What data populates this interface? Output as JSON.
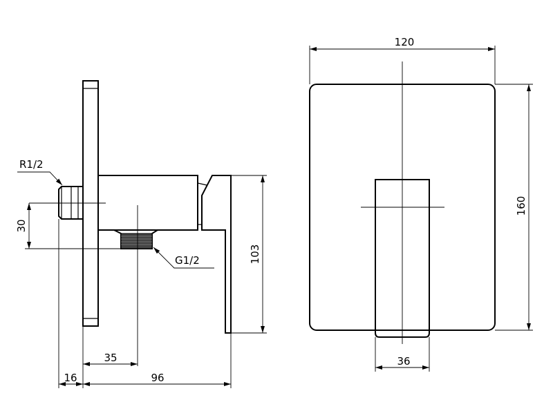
{
  "side_view": {
    "thread_inlet_label": "R1/2",
    "thread_outlet_label": "G1/2",
    "dim_offset": "30",
    "dim_height": "103",
    "dim_center": "35",
    "dim_nipple": "16",
    "dim_depth": "96"
  },
  "front_view": {
    "dim_width": "120",
    "dim_height": "160",
    "dim_handle_width": "36"
  }
}
